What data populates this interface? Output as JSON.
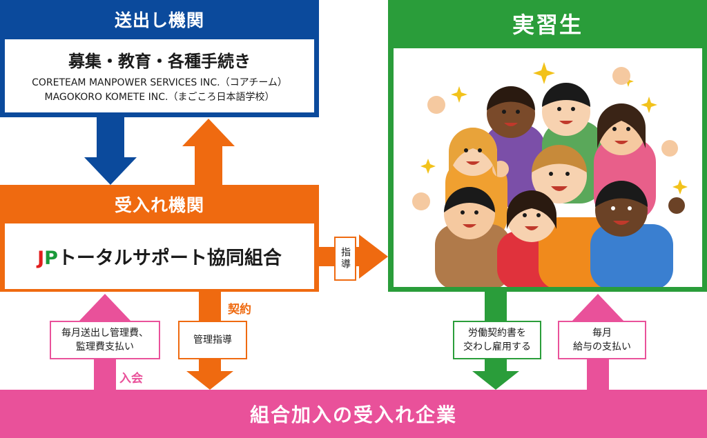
{
  "sending": {
    "heading": "送出し機関",
    "title": "募集・教育・各種手続き",
    "line1": "CORETEAM MANPOWER SERVICES INC.（コアチーム）",
    "line2": "MAGOKORO KOMETE INC.（まごころ日本語学校）"
  },
  "receiving": {
    "heading": "受入れ機関",
    "logo_j": "J",
    "logo_p": "P",
    "title_rest": "トータルサポート協同組合"
  },
  "trainee": {
    "heading": "実習生"
  },
  "bottom": {
    "label": "組合加入の受入れ企業"
  },
  "labels": {
    "guidance": "指導",
    "contract": "契約",
    "join": "入会",
    "fees_l1": "毎月送出し管理費、",
    "fees_l2": "監理費支払い",
    "mgmt": "管理指導",
    "labor_l1": "労働契約書を",
    "labor_l2": "交わし雇用する",
    "salary_l1": "毎月",
    "salary_l2": "給与の支払い"
  },
  "colors": {
    "blue": "#0b4a9c",
    "orange": "#ef6a10",
    "green": "#2a9d3a",
    "pink": "#e9519a"
  }
}
